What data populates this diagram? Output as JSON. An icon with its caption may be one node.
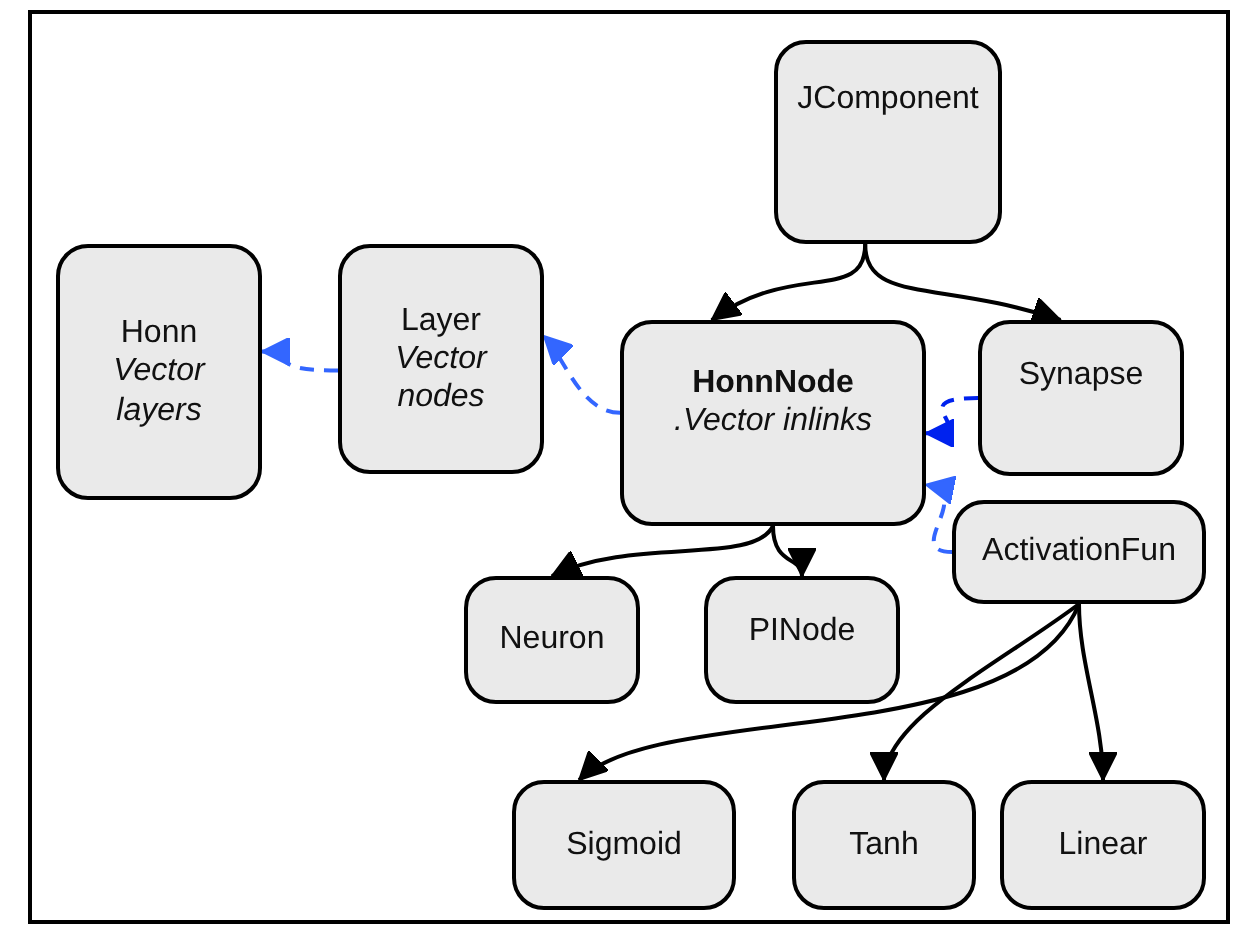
{
  "diagram": {
    "nodes": [
      {
        "text": [
          "JComponent"
        ]
      },
      {
        "text": [
          "Honn",
          "Vector layers"
        ]
      },
      {
        "text": [
          "Layer",
          "Vector nodes"
        ]
      },
      {
        "text": [
          "HonnNode",
          ".Vector inlinks"
        ]
      },
      {
        "text": [
          "Synapse"
        ]
      },
      {
        "text": [
          "ActivationFun"
        ]
      },
      {
        "text": [
          "Neuron"
        ]
      },
      {
        "text": [
          "PINode"
        ]
      },
      {
        "text": [
          "Sigmoid"
        ]
      },
      {
        "text": [
          "Tanh"
        ]
      },
      {
        "text": [
          "Linear"
        ]
      }
    ],
    "edges": [
      {
        "from": 0,
        "to": 3,
        "arrow": "to"
      },
      {
        "from": 0,
        "to": 4,
        "arrow": "to"
      },
      {
        "from": 2,
        "to": 1,
        "arrow": "to",
        "style": "dashed",
        "color": "#3366ff"
      },
      {
        "from": 3,
        "to": 2,
        "arrow": "to",
        "style": "dashed",
        "color": "#3366ff"
      },
      {
        "from": 4,
        "to": 3,
        "arrow": "to",
        "style": "dashed",
        "color": "#0022ee"
      },
      {
        "from": 5,
        "to": 3,
        "arrow": "to",
        "style": "dashed",
        "color": "#3366ff"
      },
      {
        "from": 3,
        "to": 6,
        "arrow": "to"
      },
      {
        "from": 3,
        "to": 7,
        "arrow": "to"
      },
      {
        "from": 5,
        "to": 8,
        "arrow": "to"
      },
      {
        "from": 5,
        "to": 9,
        "arrow": "to"
      },
      {
        "from": 5,
        "to": 10,
        "arrow": "to"
      }
    ]
  }
}
